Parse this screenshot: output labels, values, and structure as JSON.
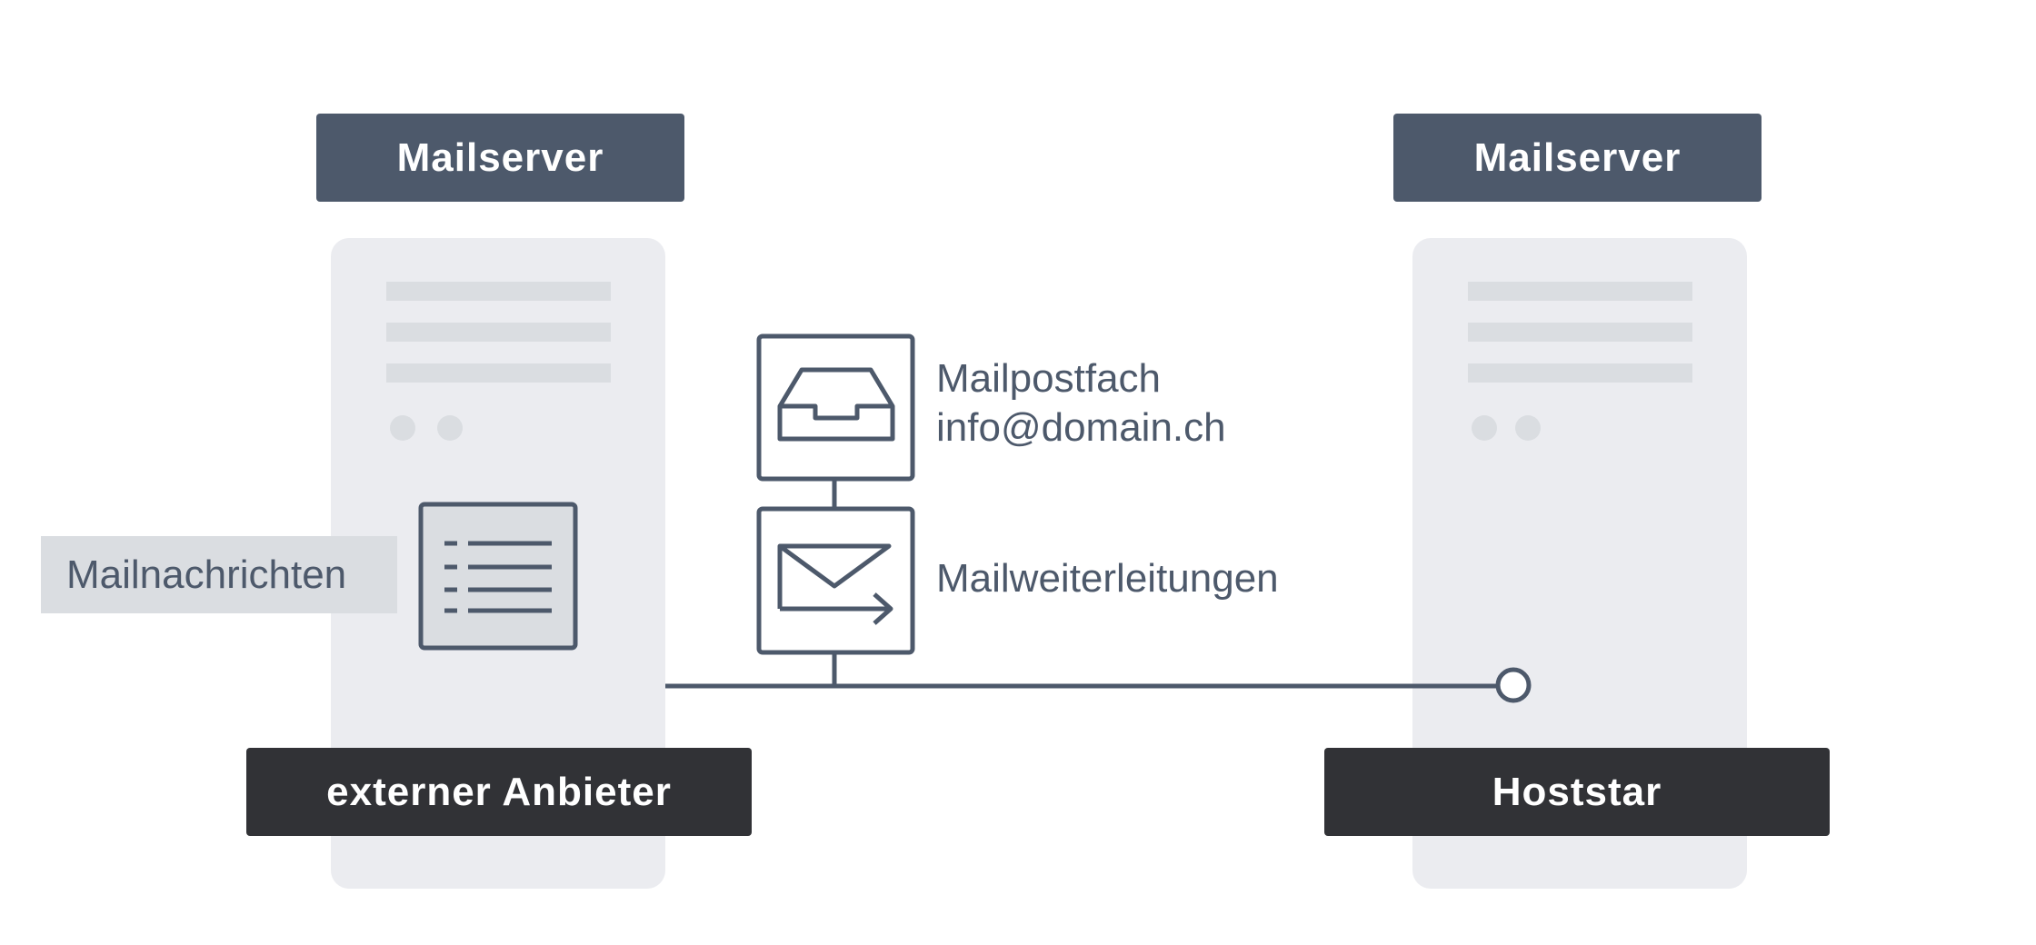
{
  "left_server": {
    "header": "Mailserver",
    "footer": "externer Anbieter",
    "messages_label": "Mailnachrichten"
  },
  "right_server": {
    "header": "Mailserver",
    "footer": "Hoststar"
  },
  "mailbox": {
    "line1": "Mailpostfach",
    "line2": "info@domain.ch"
  },
  "forwarding": {
    "label": "Mailweiterleitungen"
  },
  "colors": {
    "slate": "#4d596b",
    "dark": "#313236",
    "tower": "#ebecf0",
    "light": "#dadde1"
  }
}
